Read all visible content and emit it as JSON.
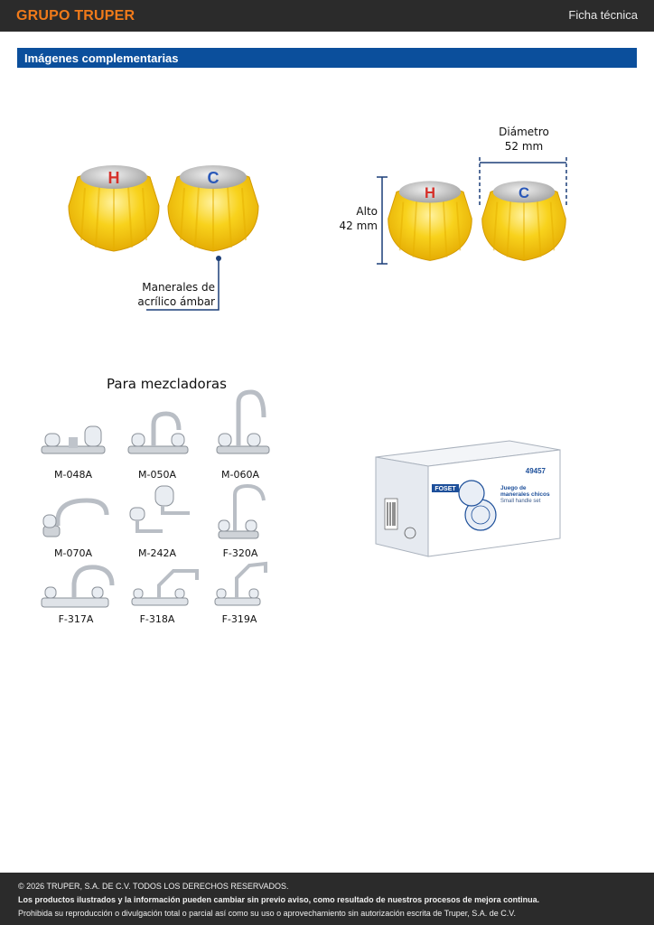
{
  "header": {
    "brand": "GRUPO TRUPER",
    "sheet_label": "Ficha técnica"
  },
  "section": {
    "title": "Imágenes complementarias"
  },
  "figure_left": {
    "material_label_line1": "Manerales de",
    "material_label_line2": "acrílico ámbar",
    "knob_hot_letter": "H",
    "knob_cold_letter": "C"
  },
  "figure_right": {
    "diameter_label": "Diámetro",
    "diameter_value": "52 mm",
    "height_label": "Alto",
    "height_value": "42 mm"
  },
  "compatibility": {
    "title": "Para mezcladoras",
    "models": [
      "M-048A",
      "M-050A",
      "M-060A",
      "M-070A",
      "M-242A",
      "F-320A",
      "F-317A",
      "F-318A",
      "F-319A"
    ]
  },
  "package": {
    "brand": "FOSET",
    "code": "49457",
    "line1": "Juego de",
    "line2": "manerales chicos",
    "line3": "Small handle set"
  },
  "colors": {
    "brand_orange": "#f07a1a",
    "section_blue": "#0b4f9c",
    "dimension_blue": "#1c3f78",
    "amber": "#f5c30f"
  },
  "footer": {
    "copyright": "© 2026 TRUPER, S.A. DE C.V. TODOS LOS DERECHOS RESERVADOS.",
    "notice": "Los productos ilustrados y la información pueden cambiar sin previo aviso, como resultado de nuestros procesos de mejora continua.",
    "prohibition": "Prohibida su reproducción o divulgación total o parcial así como su uso o aprovechamiento sin autorización escrita de Truper, S.A. de C.V."
  }
}
